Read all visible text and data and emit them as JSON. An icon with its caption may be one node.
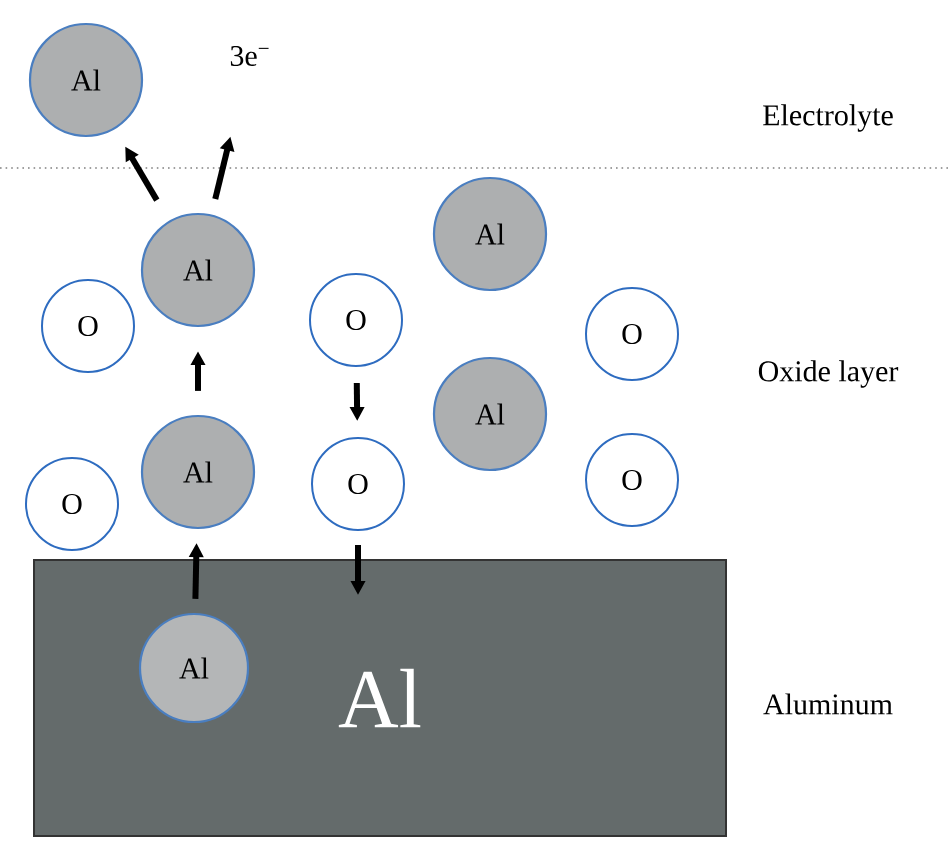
{
  "diagram": {
    "nodes": [
      {
        "text": [
          "Al"
        ]
      },
      {
        "text": [
          "3e$^{−}$"
        ]
      },
      {
        "text": [
          "Al"
        ]
      },
      {
        "text": [
          "O"
        ]
      },
      {
        "text": [
          "Al"
        ]
      },
      {
        "text": [
          "O"
        ]
      },
      {
        "text": [
          "O"
        ]
      },
      {
        "text": [
          "Al"
        ]
      },
      {
        "text": [
          "O"
        ]
      },
      {
        "text": [
          "Al"
        ]
      },
      {
        "text": [
          "O"
        ]
      },
      {
        "text": [
          "O"
        ]
      },
      {
        "text": [
          "Al"
        ]
      },
      {
        "text": [
          "Al"
        ],
        "in": 12
      }
    ],
    "edges": [
      {
        "from": 4,
        "to": 0,
        "arrow": "to"
      },
      {
        "from": 4,
        "to": 1,
        "arrow": "to"
      },
      {
        "from": 9,
        "to": 4,
        "arrow": "to"
      },
      {
        "from": 5,
        "to": 10,
        "arrow": "to"
      },
      {
        "from": 13,
        "to": 9,
        "arrow": "to"
      },
      {
        "from": 10,
        "to": 12,
        "arrow": "to"
      }
    ],
    "labels": [
      "Electrolyte",
      "Oxide layer",
      "Aluminum"
    ]
  }
}
